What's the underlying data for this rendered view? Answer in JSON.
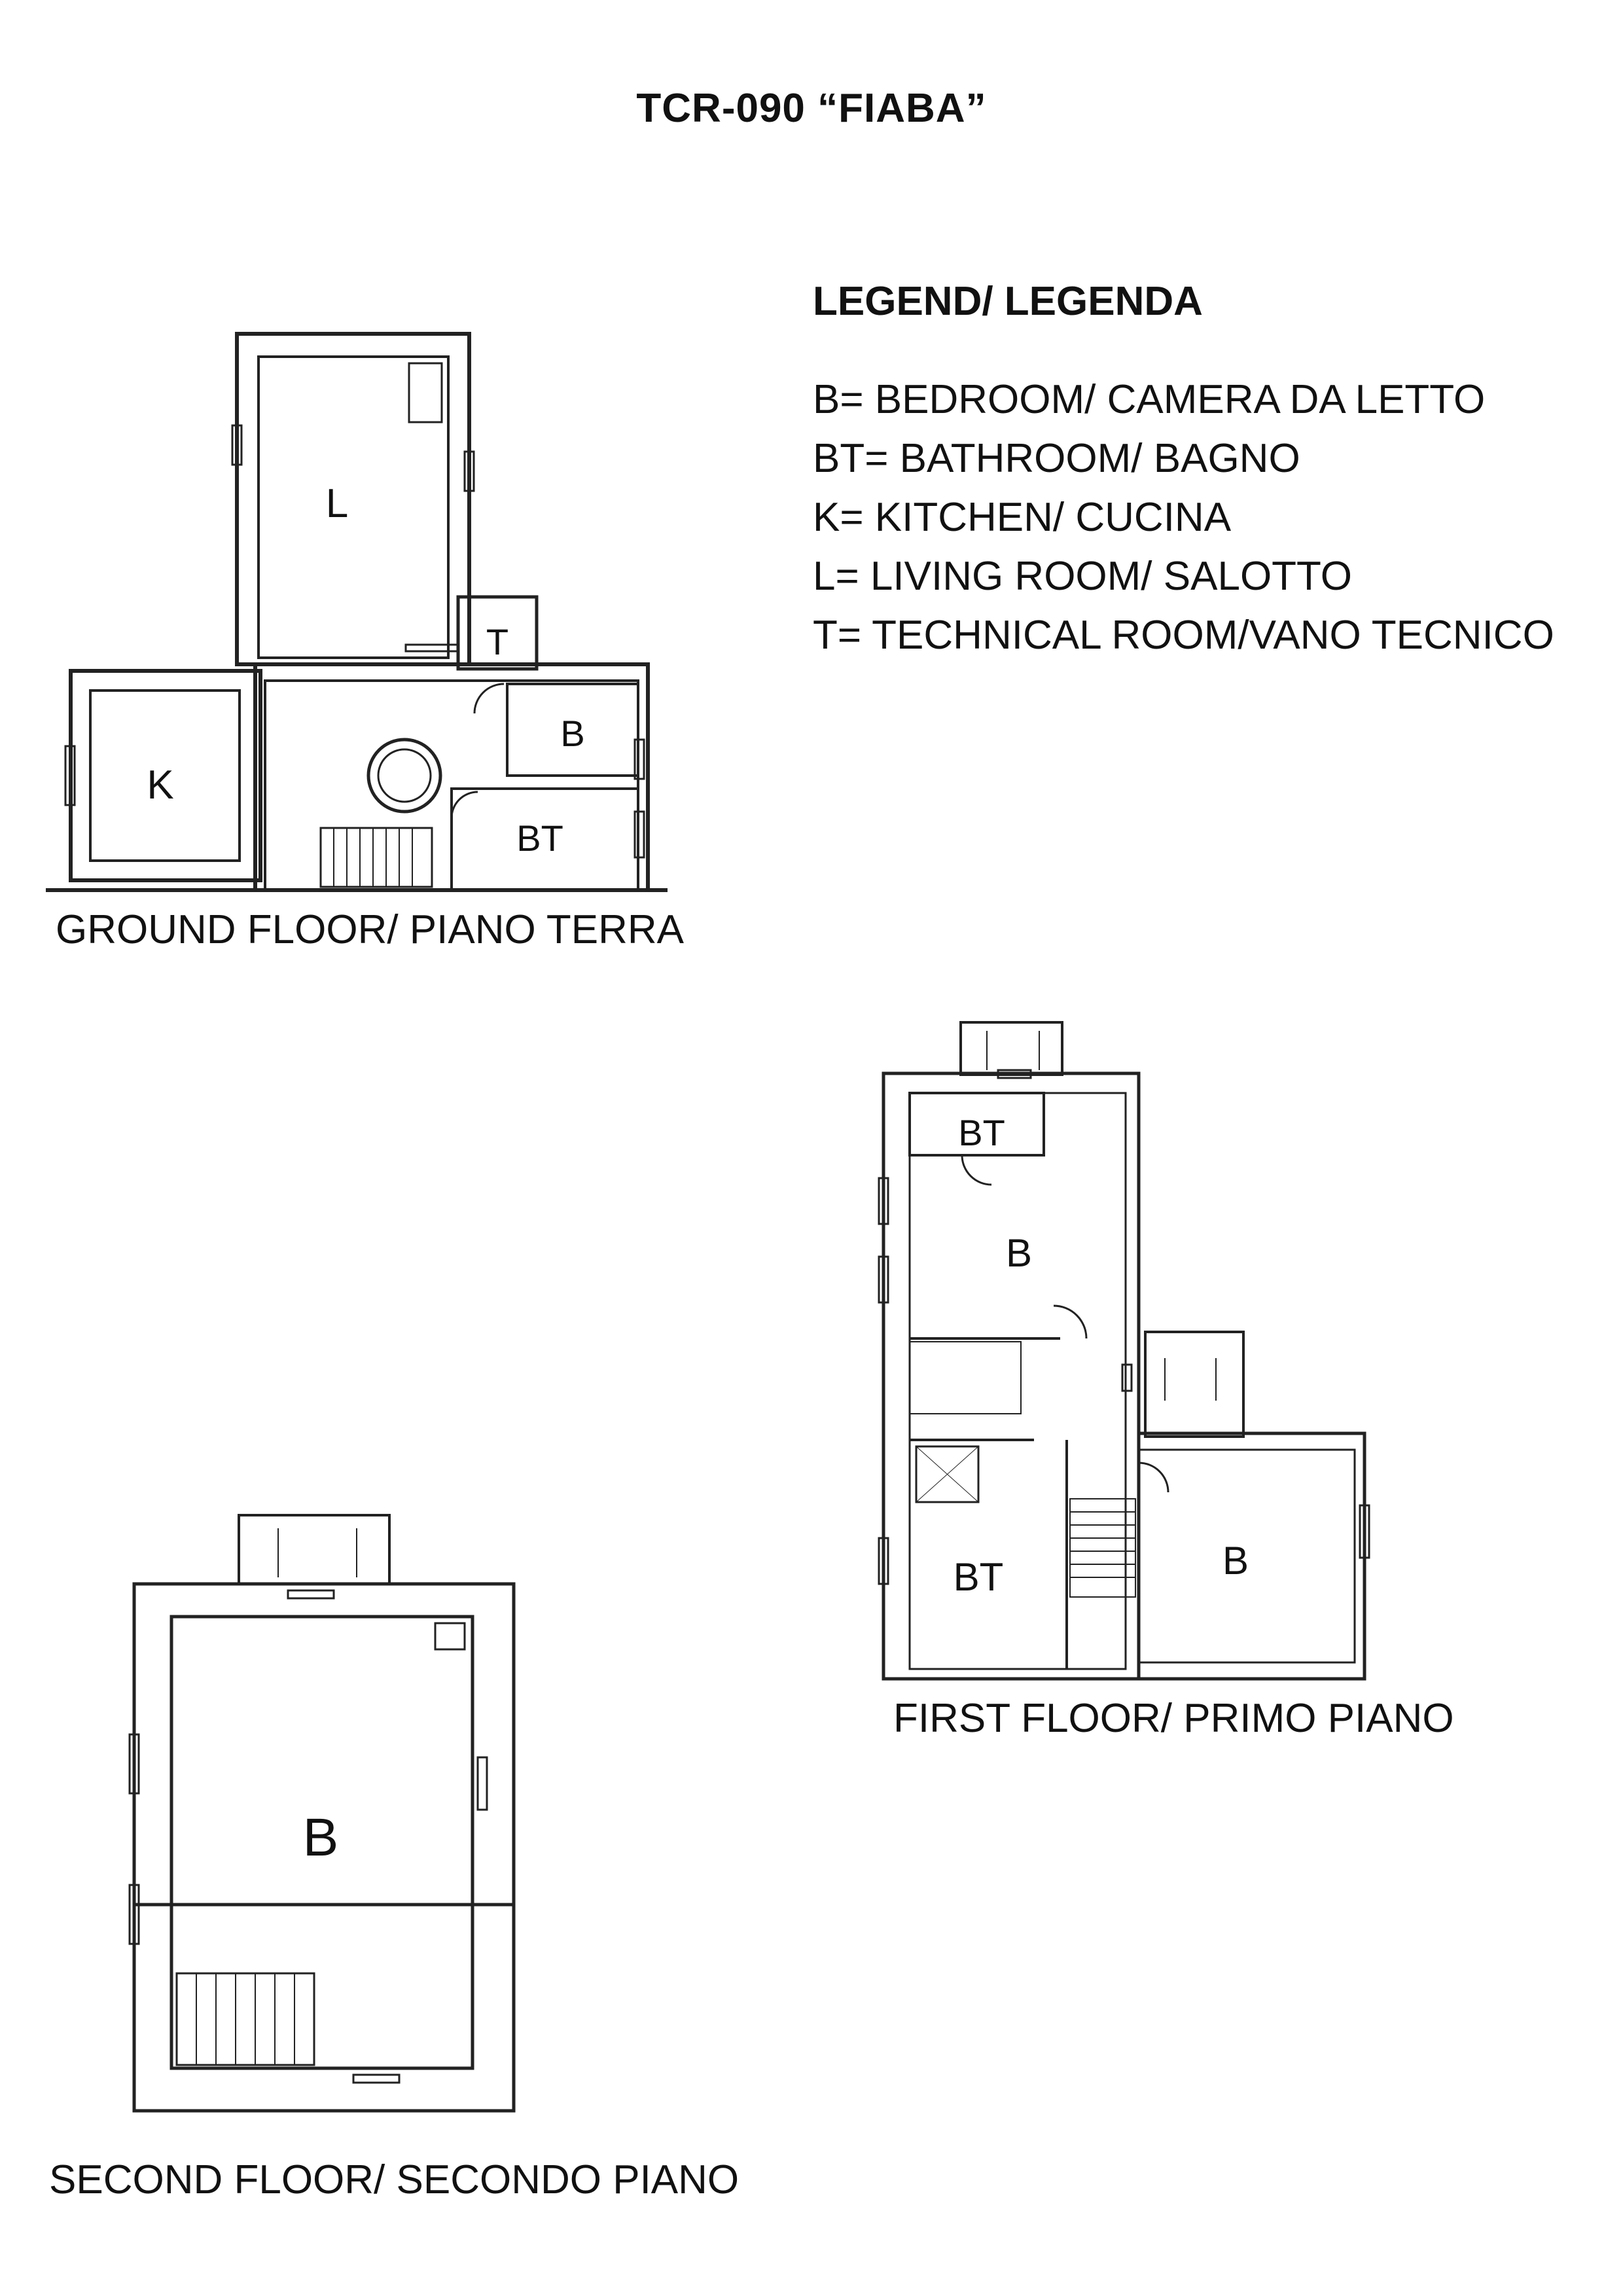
{
  "title": "TCR-090 “FIABA”",
  "legend": {
    "heading": "LEGEND/ LEGENDA",
    "items": [
      "B= BEDROOM/ CAMERA DA LETTO",
      "BT= BATHROOM/ BAGNO",
      "K= KITCHEN/ CUCINA",
      "L= LIVING ROOM/ SALOTTO",
      "T= TECHNICAL ROOM/VANO TECNICO"
    ]
  },
  "ground_floor": {
    "caption": "GROUND FLOOR/ PIANO TERRA",
    "rooms": {
      "living": "L",
      "tech": "T",
      "bedroom": "B",
      "kitchen": "K",
      "bath": "BT"
    }
  },
  "first_floor": {
    "caption": "FIRST FLOOR/ PRIMO PIANO",
    "rooms": {
      "bath_top": "BT",
      "bedroom_top": "B",
      "bath_bottom": "BT",
      "bedroom_right": "B"
    }
  },
  "second_floor": {
    "caption": "SECOND FLOOR/ SECONDO PIANO",
    "rooms": {
      "bedroom": "B"
    }
  }
}
